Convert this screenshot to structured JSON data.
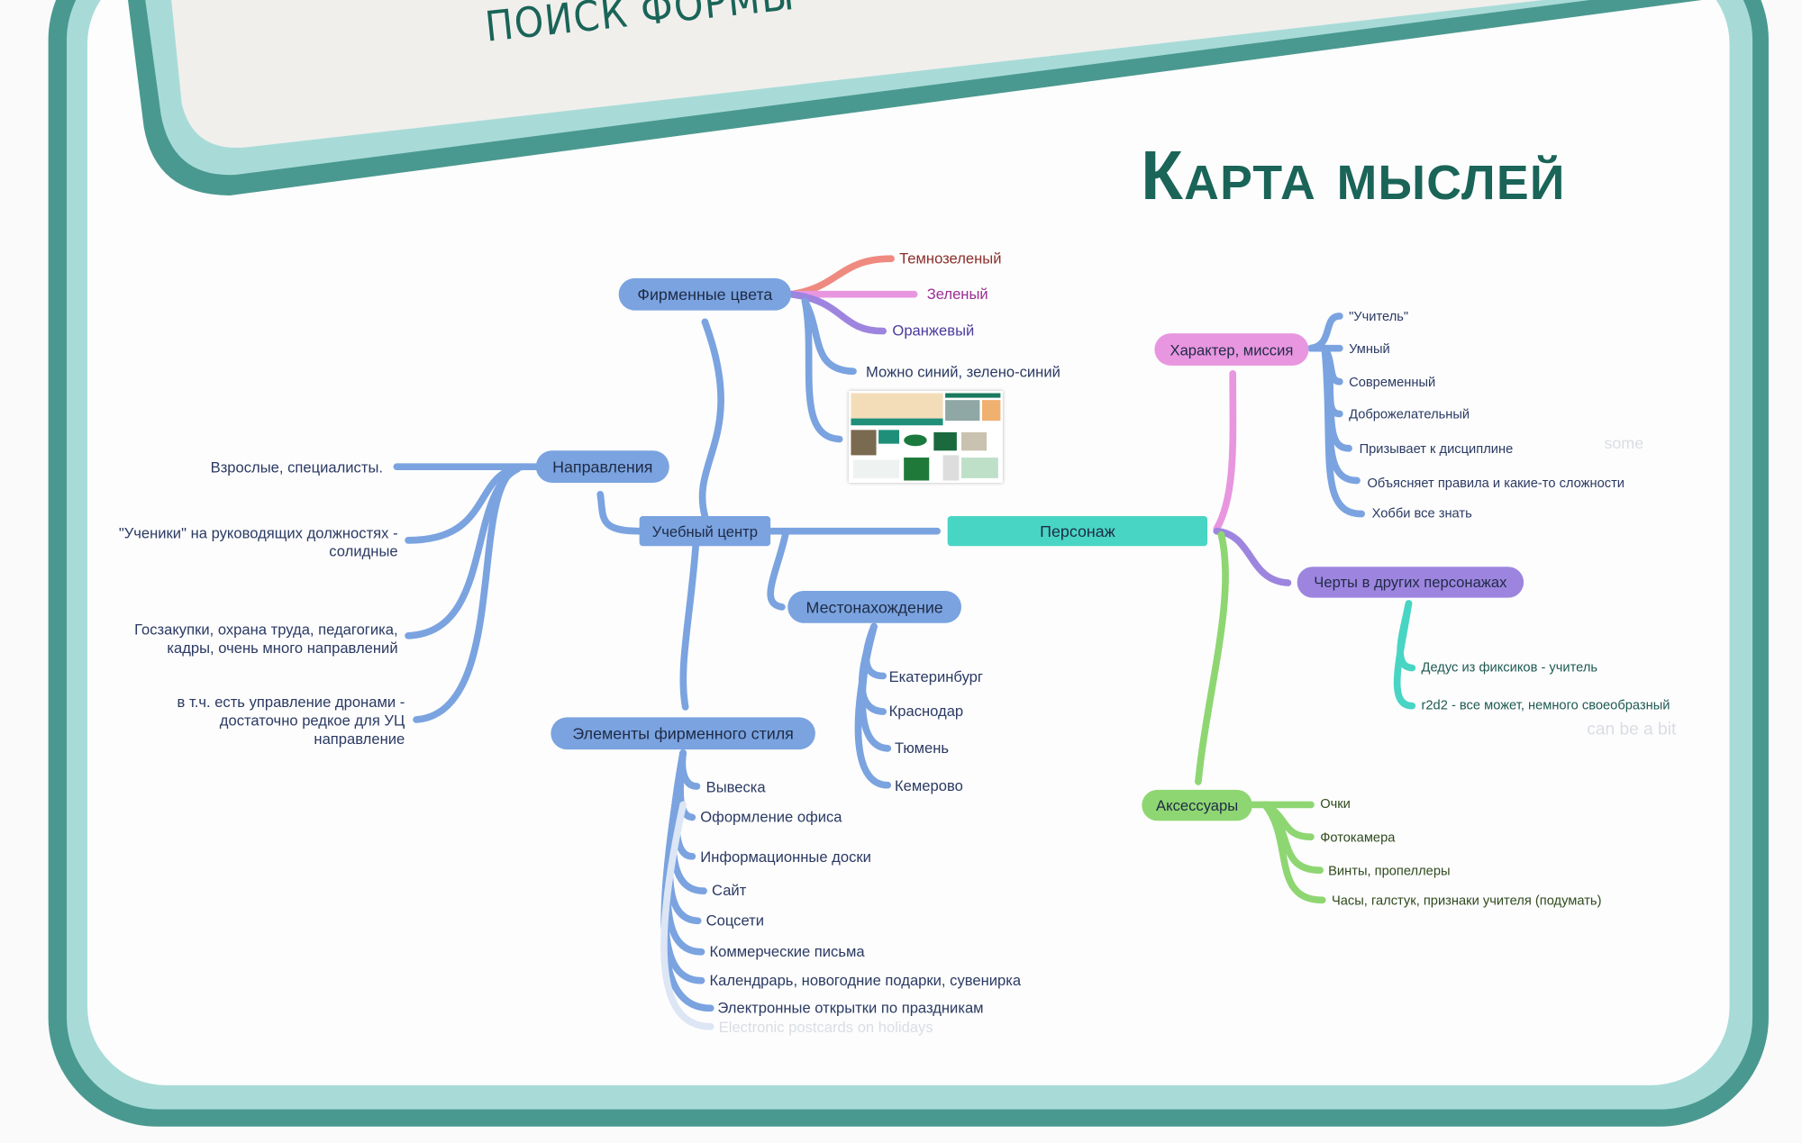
{
  "header": {
    "subtitle": "ПОИСК ФОРМЫ",
    "title": "Карта мыслей"
  },
  "colors": {
    "frame_dark": "#4a9990",
    "frame_light": "#a8dbd8",
    "title": "#1a6458",
    "blue": "#7aa3e0",
    "teal": "#48d5c4",
    "pink": "#e896e0",
    "purple": "#9d85df",
    "green": "#8ed672"
  },
  "nodes": {
    "center": "Учебный центр",
    "brand_colors": "Фирменные цвета",
    "directions": "Направления",
    "location": "Местонахождение",
    "style_elements": "Элементы фирменного стиля",
    "character": "Персонаж",
    "mission": "Характер, миссия",
    "traits": "Черты в других персонажах",
    "accessories": "Аксессуары"
  },
  "brand_colors": [
    "Темнозеленый",
    "Зеленый",
    "Оранжевый",
    "Можно синий, зелено-синий"
  ],
  "directions": [
    "Взрослые, специалисты.",
    "\"Ученики\" на руководящих должностях - солидные",
    "Госзакупки, охрана труда, педагогика, кадры, очень много направлений",
    "в т.ч. есть управление дронами - достаточно редкое для УЦ направление"
  ],
  "locations": [
    "Екатеринбург",
    "Краснодар",
    "Тюмень",
    "Кемерово"
  ],
  "style_elements": [
    "Вывеска",
    "Оформление офиса",
    "Информационные доски",
    "Сайт",
    "Соцсети",
    "Коммерческие письма",
    "Календрарь, новогодние подарки, сувенирка",
    "Электронные открытки по праздникам"
  ],
  "style_ghost": "Electronic postcards on holidays",
  "mission": [
    "\"Учитель\"",
    "Умный",
    "Современный",
    "Доброжелательный",
    "Призывает к дисциплине",
    "Объясняет правила и какие-то сложности",
    "Хобби все знать"
  ],
  "traits": [
    "Дедус из фиксиков - учитель",
    "r2d2 - все может, немного своеобразный"
  ],
  "accessories": [
    "Очки",
    "Фотокамера",
    "Винты, пропеллеры",
    "Часы, галстук, признаки учителя (подумать)"
  ],
  "ghosts": [
    "some",
    "can be a bit"
  ]
}
